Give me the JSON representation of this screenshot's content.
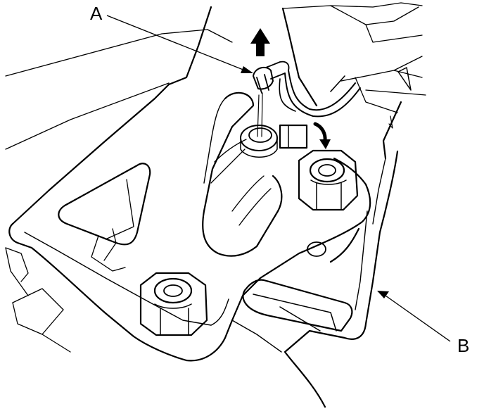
{
  "callouts": {
    "a": {
      "label": "A",
      "target": "connector-bulb"
    },
    "b": {
      "label": "B",
      "target": "mount-bracket-edge"
    }
  },
  "colors": {
    "line": "#000000",
    "background": "#ffffff"
  },
  "icons": {
    "pull_direction": "up-arrow-icon",
    "rotation_direction": "curved-arrow-icon"
  }
}
